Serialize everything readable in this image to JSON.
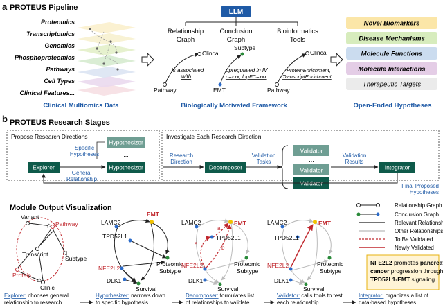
{
  "panel_a": {
    "letter": "a",
    "title": "PROTEUS Pipeline",
    "omics": [
      "Proteomics",
      "Transcriptomics",
      "Genomics",
      "Phosphoproteomics",
      "Pathways",
      "Cell Types",
      "Clinical Features..."
    ],
    "llm": "LLM",
    "tools": [
      {
        "title1": "Relationship",
        "title2": "Graph"
      },
      {
        "title1": "Conclusion",
        "title2": "Graph"
      },
      {
        "title1": "Bioinformatics",
        "title2": "Tools"
      }
    ],
    "ex1": {
      "top": "Clincal",
      "bottom": "Pathway",
      "edge1": "is associated",
      "edge2": "with"
    },
    "ex2": {
      "top": "Subtype",
      "bottom": "EMT",
      "edge1": "upregulated in IV",
      "edge2": "p=xxx, logFC=xxx"
    },
    "ex3": {
      "top": "Clincal",
      "bottom": "Pathway",
      "edge1": "ProteinEnrichment,",
      "edge2": "TranscriptEnrichment"
    },
    "hypotheses": [
      "Novel Biomarkers",
      "Disease Mechanisms",
      "Molecule Functions",
      "Molecule Interactions",
      "Therapeutic Targets"
    ],
    "hyp_colors": [
      "#fbe6a8",
      "#d7ecbd",
      "#cbdcef",
      "#e4cde6",
      "#ebebeb"
    ],
    "captions": {
      "left": "Clinical Multiomics Data",
      "mid": "Biologically Motivated Framework",
      "right": "Open-Ended Hypotheses"
    }
  },
  "panel_b": {
    "letter": "b",
    "title": "PROTEUS Research Stages",
    "box1_title": "Propose Research Directions",
    "box2_title": "Investigate Each Research Direction",
    "explorer": "Explorer",
    "hypothesizer": "Hypothesizer",
    "decomposer": "Decomposer",
    "validator": "Validator",
    "integrator": "Integrator",
    "ellipsis": "...",
    "lbl_specific1": "Specific",
    "lbl_specific2": "Hypotheses",
    "lbl_general1": "General",
    "lbl_general2": "Relationship",
    "lbl_research1": "Research",
    "lbl_research2": "Direction",
    "lbl_tasks1": "Validation",
    "lbl_tasks2": "Tasks",
    "lbl_results1": "Validation",
    "lbl_results2": "Results",
    "lbl_final1": "Final Proposed",
    "lbl_final2": "Hypotheses",
    "node_color": "#0e5a4a"
  },
  "panel_c": {
    "title": "Module Output Visualization",
    "legend": [
      "Relationship Graph",
      "Conclusion Graph",
      "Relevant Relationships",
      "Other Relationships",
      "To Be Validated",
      "Newly Validated"
    ],
    "g1": {
      "variant": "Variant",
      "pathway": "Pathway",
      "transcript": "Transcript",
      "subtype": "Subtype",
      "protein": "Protein",
      "clinic": "Clinic"
    },
    "g": {
      "lamc2": "LAMC2",
      "emt": "EMT",
      "tpd52l1": "TPD52L1",
      "nfe2l2": "NFE2L2",
      "proteomic": "Proteomic",
      "subtype": "Subtype",
      "dlk1": "DLK1",
      "survival": "Survival"
    },
    "edge_a": "a",
    "edge_b": "b",
    "finding": {
      "p1": "NFE2L2",
      "p2": " promotes ",
      "p3": "pancreatic",
      "p4": "cancer",
      "p5": " progression through",
      "p6": "TPD52L1-EMT",
      "p7": " signaling..."
    },
    "captions": [
      {
        "name": "Explorer:",
        "text": " chooses general",
        "text2": "relationship to research"
      },
      {
        "name": "Hypothesizer:",
        "text": " narrows down",
        "text2": "to specific hypothesis"
      },
      {
        "name": "Decomposer:",
        "text": " formulates list",
        "text2": "of relationships to validate"
      },
      {
        "name": "Validator:",
        "text": " calls tools to test",
        "text2": "each relationship"
      },
      {
        "name": "Integrator:",
        "text": " organizes a list of",
        "text2": "data-based hypotheses"
      }
    ]
  }
}
